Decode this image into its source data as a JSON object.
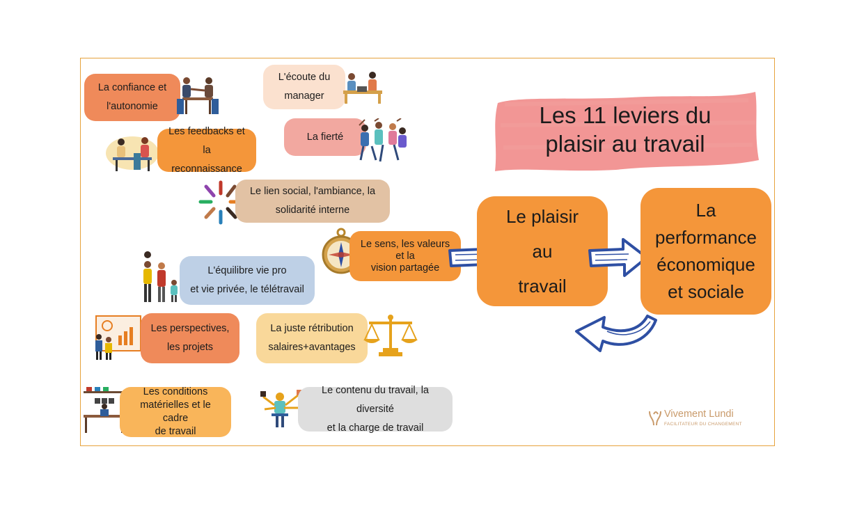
{
  "title": "Les 11 leviers du\nplaisir au travail",
  "colors": {
    "orange": "#f4963a",
    "salmon": "#ef8a5a",
    "pink": "#f2a8a0",
    "tan": "#e2c2a4",
    "blue": "#bed0e6",
    "yellow": "#f9d89a",
    "grey": "#dedede",
    "title_bg": "#f08482",
    "arrow": "#2e4fa3"
  },
  "levers": [
    {
      "id": "confiance",
      "text": "La confiance et\nl'autonomie",
      "icon": "handshake-people-icon"
    },
    {
      "id": "ecoute",
      "text": "L'écoute du\nmanager",
      "icon": "meeting-people-icon"
    },
    {
      "id": "feedbacks",
      "text": "Les feedbacks et la\nreconnaissance",
      "icon": "team-discussion-icon"
    },
    {
      "id": "fierte",
      "text": "La fierté",
      "icon": "celebrating-group-icon"
    },
    {
      "id": "lien_social",
      "text": "Le lien social, l'ambiance, la\nsolidarité interne",
      "icon": "circle-of-hands-icon"
    },
    {
      "id": "sens",
      "text": "Le sens, les valeurs\net la\nvision partagée",
      "icon": "compass-icon"
    },
    {
      "id": "equilibre",
      "text": "L'équilibre vie pro\net vie privée, le télétravail",
      "icon": "family-icon"
    },
    {
      "id": "perspectives",
      "text": "Les perspectives,\nles projets",
      "icon": "project-chart-icon"
    },
    {
      "id": "retribution",
      "text": "La juste rétribution\nsalaires+avantages",
      "icon": "scales-icon"
    },
    {
      "id": "conditions",
      "text": "Les conditions\nmatérielles et le cadre\nde travail",
      "icon": "office-desk-icon"
    },
    {
      "id": "contenu",
      "text": "Le contenu du travail, la diversité\net la charge de travail",
      "icon": "multitasking-worker-icon"
    }
  ],
  "flow": {
    "plaisir": "Le plaisir\nau\ntravail",
    "performance": "La\nperformance\néconomique\net sociale"
  },
  "logo": {
    "name": "Vivement Lundi",
    "tagline": "FACILITATEUR DU CHANGEMENT"
  }
}
